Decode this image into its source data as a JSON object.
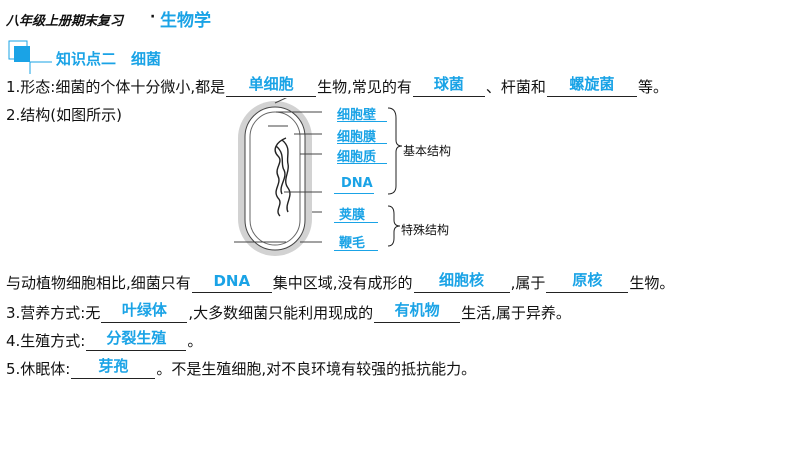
{
  "header": {
    "main": "八年级上册期末复习",
    "dot": "·",
    "subject": "生物学"
  },
  "section": {
    "title": "知识点二　细菌"
  },
  "lines": {
    "l1": {
      "prefix": "1.形态:细菌的个体十分微小,都是",
      "a1": "单细胞",
      "mid1": "生物,常见的有",
      "a2": "球菌",
      "mid2": "、杆菌和",
      "a3": "螺旋菌",
      "suffix": "等。"
    },
    "l2": {
      "text": "2.结构(如图所示)"
    },
    "l3": {
      "prefix": "与动植物细胞相比,细菌只有",
      "a1": "DNA",
      "mid1": "集中区域,没有成形的",
      "a2": "细胞核",
      "mid2": ",属于",
      "a3": "原核",
      "suffix": "生物。"
    },
    "l4": {
      "prefix": "3.营养方式:无",
      "a1": "叶绿体",
      "mid1": ",大多数细菌只能利用现成的",
      "a2": "有机物",
      "suffix": "生活,属于异养。"
    },
    "l5": {
      "prefix": "4.生殖方式:",
      "a1": "分裂生殖",
      "suffix": "。"
    },
    "l6": {
      "prefix": "5.休眠体:",
      "a1": "芽孢",
      "suffix": "。不是生殖细胞,对不良环境有较强的抵抗能力。"
    }
  },
  "diagram": {
    "labels": [
      "细胞壁",
      "细胞膜",
      "细胞质",
      "DNA",
      "荚膜",
      "鞭毛"
    ],
    "group_basic": "基本结构",
    "group_special": "特殊结构"
  },
  "colors": {
    "accent": "#1aa3e6",
    "text": "#111111"
  },
  "icons": {
    "section_marker": "blue-square-icon"
  }
}
